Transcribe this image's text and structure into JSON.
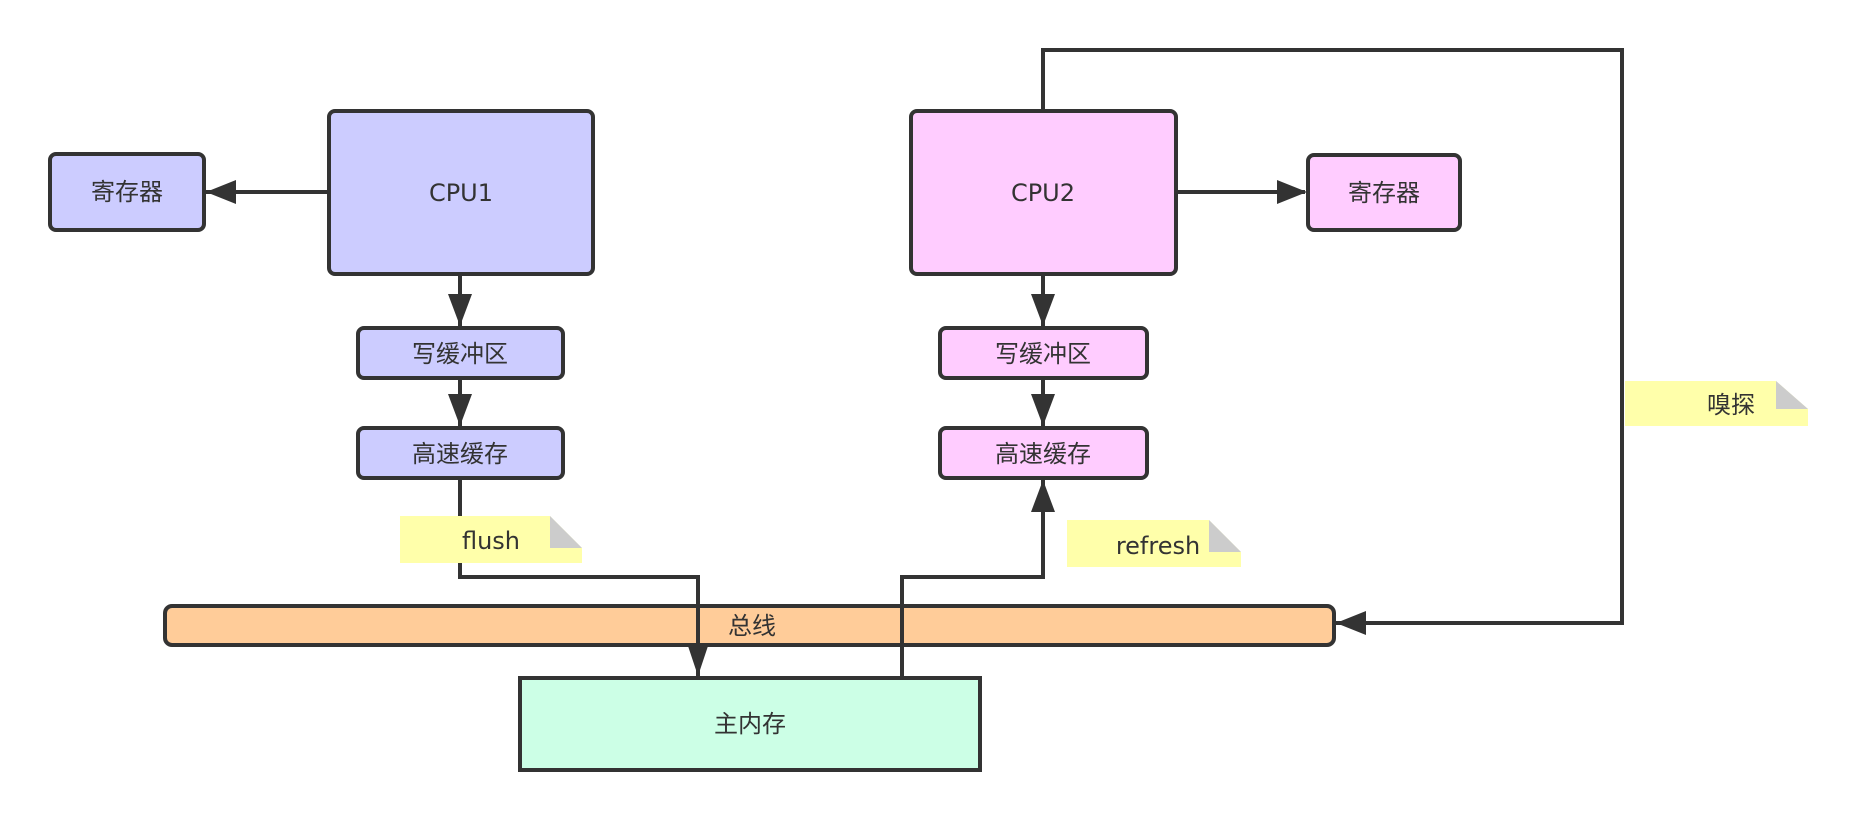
{
  "diagram": {
    "colors": {
      "cpu1": "#ccccff",
      "cpu2": "#ffccff",
      "bus": "#ffcc99",
      "memory": "#ccffe6",
      "note": "#ffffaa",
      "note_fold": "#cccccc",
      "stroke": "#333333"
    },
    "nodes": {
      "cpu1": {
        "label": "CPU1"
      },
      "cpu1_register": {
        "label": "寄存器"
      },
      "cpu1_write_buffer": {
        "label": "写缓冲区"
      },
      "cpu1_cache": {
        "label": "高速缓存"
      },
      "cpu2": {
        "label": "CPU2"
      },
      "cpu2_register": {
        "label": "寄存器"
      },
      "cpu2_write_buffer": {
        "label": "写缓冲区"
      },
      "cpu2_cache": {
        "label": "高速缓存"
      },
      "bus": {
        "label": "总线"
      },
      "main_memory": {
        "label": "主内存"
      }
    },
    "notes": {
      "flush": {
        "label": "flush"
      },
      "refresh": {
        "label": "refresh"
      },
      "sniff": {
        "label": "嗅探"
      }
    },
    "edges": [
      {
        "from": "CPU1",
        "to": "寄存器 (CPU1)"
      },
      {
        "from": "CPU1",
        "to": "写缓冲区 (CPU1)"
      },
      {
        "from": "写缓冲区 (CPU1)",
        "to": "高速缓存 (CPU1)"
      },
      {
        "from": "高速缓存 (CPU1)",
        "to": "主内存",
        "note": "flush"
      },
      {
        "from": "CPU2",
        "to": "寄存器 (CPU2)"
      },
      {
        "from": "CPU2",
        "to": "写缓冲区 (CPU2)"
      },
      {
        "from": "写缓冲区 (CPU2)",
        "to": "高速缓存 (CPU2)"
      },
      {
        "from": "主内存",
        "to": "高速缓存 (CPU2)",
        "note": "refresh"
      },
      {
        "from": "CPU2",
        "to": "总线",
        "note": "嗅探"
      }
    ]
  }
}
